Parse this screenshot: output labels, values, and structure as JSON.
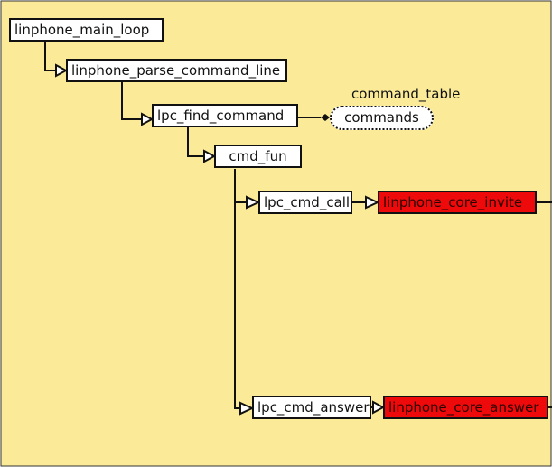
{
  "colors": {
    "background": "#fbeb99",
    "node_fill": "#ffffff",
    "external_fill": "#ee0a0a",
    "line": "#111111"
  },
  "nodes": {
    "main_loop": "linphone_main_loop",
    "parse_command_line": "linphone_parse_command_line",
    "find_command": "lpc_find_command",
    "cmd_fun": "cmd_fun",
    "cmd_call": "lpc_cmd_call",
    "core_invite": "linphone_core_invite",
    "cmd_answer": "lpc_cmd_answer",
    "core_answer": "linphone_core_answer"
  },
  "data_node": {
    "label": "command_table",
    "value": "commands"
  }
}
